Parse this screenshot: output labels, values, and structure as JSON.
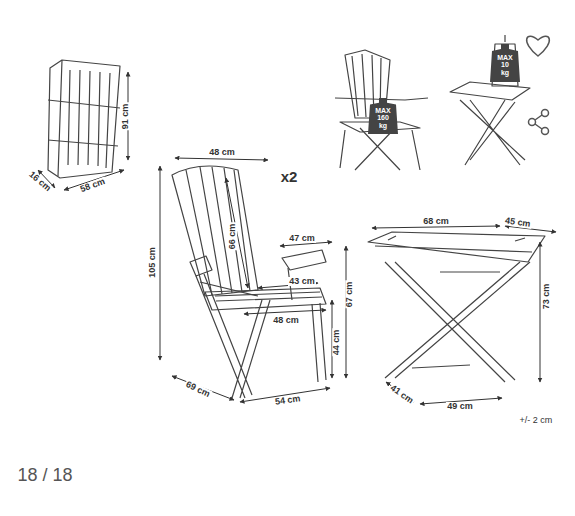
{
  "diagram": {
    "nodes": [
      {
        "text": [
          "MAX 160 kg"
        ]
      },
      {
        "text": [
          "MAX 10 kg"
        ]
      }
    ],
    "labels": [
      "91 cm",
      "16 cm",
      "58 cm",
      "48 cm",
      "x2",
      "66 cm",
      "47 cm",
      "43 cm",
      "105 cm",
      "48 cm",
      "44 cm",
      "67 cm",
      "69 cm",
      "54 cm",
      "68 cm",
      "45 cm",
      "73 cm",
      "41 cm",
      "49 cm",
      "+/- 2 cm",
      "18 / 18"
    ]
  }
}
